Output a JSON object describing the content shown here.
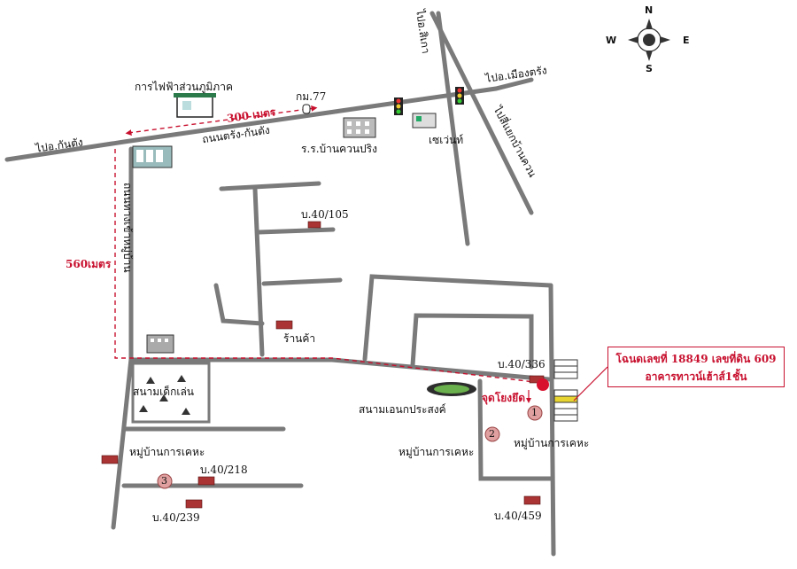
{
  "labels": {
    "to_kantang": "ไปอ.กันตัง",
    "to_sikao": "ไปอ.สิเกา",
    "to_mueang_trang": "ไปอ.เมืองตรัง",
    "to_kuan_junction": "ไปสี่แยกบ้านควน",
    "pea": "การไฟฟ้าส่วนภูมิภาค",
    "km77": "กม.77",
    "dist_300": "300 เมตร",
    "road_trang_kantang": "ถนนตรัง-กันตัง",
    "school": "ร.ร.บ้านควนปริง",
    "seven_eleven": "เซเว่นท์",
    "road_side": "ถนนทางเข้าหมู่บ้าน",
    "dist_560": "560เมตร",
    "h40_105": "บ.40/105",
    "shop": "ร้านค้า",
    "h40_336": "บ.40/336",
    "playground": "สนามเด็กเล่น",
    "sports_field": "สนามเอนกประสงค์",
    "muster_point": "จุดโยงยึด",
    "village_left": "หมู่บ้านการเคหะ",
    "village_mid": "หมู่บ้านการเคหะ",
    "village_right": "หมู่บ้านการเคหะ",
    "h40_218": "บ.40/218",
    "h40_239": "บ.40/239",
    "h40_459": "บ.40/459",
    "marker_1": "1",
    "marker_2": "2",
    "marker_3": "3"
  },
  "callout": {
    "line1": "โฉนดเลขที่ 18849 เลขที่ดิน 609",
    "line2": "อาคารทาวน์เฮ้าส์1ชั้น"
  },
  "compass": {
    "n": "N",
    "s": "S",
    "e": "E",
    "w": "W"
  },
  "colors": {
    "road": "#7a7a7a",
    "route": "#c8102e",
    "text": "#111111"
  }
}
